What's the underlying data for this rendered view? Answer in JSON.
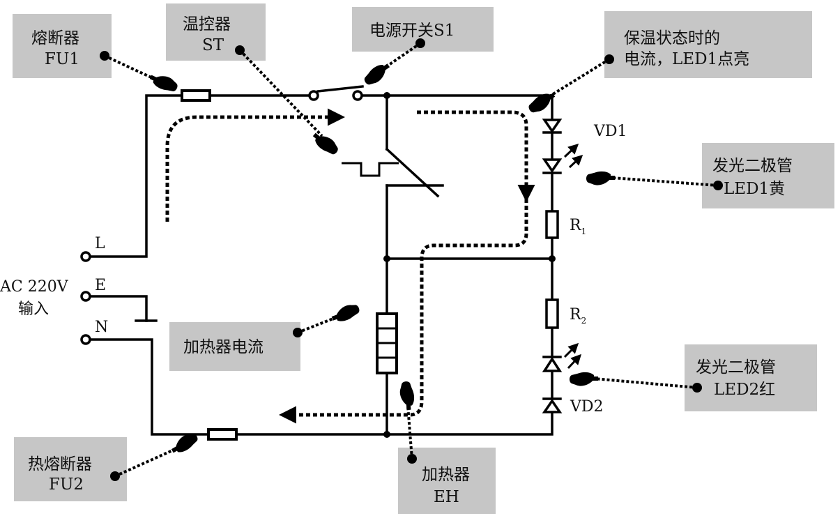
{
  "diagram": {
    "type": "circuit-schematic",
    "subject": "Electric heater with thermostat and indicator LEDs",
    "callouts": {
      "fu1": {
        "line1": "熔断器",
        "line2": "FU1"
      },
      "st": {
        "line1": "温控器",
        "line2": "ST"
      },
      "s1": {
        "line1": "电源开关S1"
      },
      "keepwarm": {
        "line1": "保温状态时的",
        "line2": "电流，LED1点亮"
      },
      "led1": {
        "line1": "发光二极管",
        "line2": "LED1黄"
      },
      "heater_current": {
        "line1": "加热器电流"
      },
      "led2": {
        "line1": "发光二极管",
        "line2": "LED2红"
      },
      "fu2": {
        "line1": "热熔断器",
        "line2": "FU2"
      },
      "eh": {
        "line1": "加热器",
        "line2": "EH"
      }
    },
    "terminals": {
      "l": "L",
      "e": "E",
      "n": "N"
    },
    "input_label": {
      "line1": "AC 220V",
      "line2": "输入"
    },
    "components": {
      "vd1": "VD1",
      "vd2": "VD2",
      "r1": {
        "base": "R",
        "sub": "1"
      },
      "r2": {
        "base": "R",
        "sub": "2"
      }
    },
    "colors": {
      "callout_fill": "#c6c6c6",
      "line": "#000000",
      "background": "#ffffff"
    }
  }
}
